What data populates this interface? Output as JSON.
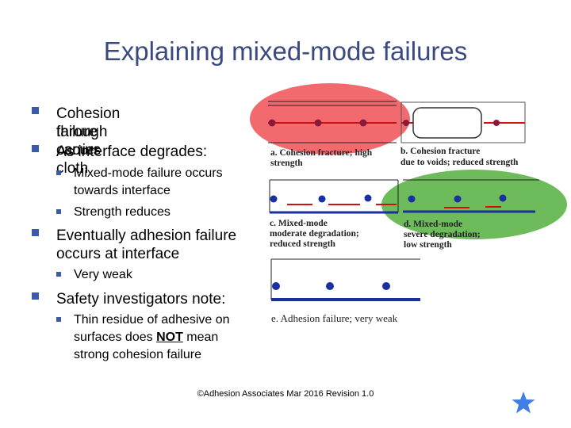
{
  "title": "Explaining mixed-mode failures",
  "bullets": {
    "b1_line1": "Cohesion failure occurs",
    "b1_line2": "through carrier cloth",
    "b2": "As interface degrades:",
    "b2a_line1": "Mixed-mode failure occurs",
    "b2a_line2": "towards interface",
    "b2b": "Strength reduces",
    "b3_line1": "Eventually adhesion failure",
    "b3_line2": "occurs at interface",
    "b3a": "Very weak",
    "b4": "Safety investigators note:",
    "b4a_line1": "Thin residue of adhesive on",
    "b4a_line2_pre": "surfaces does ",
    "b4a_line2_emph": "NOT",
    "b4a_line2_post": " mean",
    "b4a_line3": "strong cohesion failure"
  },
  "panels": {
    "a_line1": "a. Cohesion fracture; high",
    "a_line2": "strength",
    "b_line1": "b. Cohesion fracture",
    "b_line2": "due to voids; reduced strength",
    "c_line1": "c. Mixed-mode",
    "c_line2": "moderate degradation;",
    "c_line3": "reduced strength",
    "d_line1": "d. Mixed-mode",
    "d_line2": "severe degradation;",
    "d_line3": "low strength",
    "e_line1": "e. Adhesion failure; very weak"
  },
  "footer": "©Adhesion Associates Mar 2016 Revision 1.0",
  "colors": {
    "title": "#3a4a80",
    "bullet": "#3b5aa8",
    "highlight_red": "#f26a6e",
    "highlight_green": "#6dbb5a",
    "fracture_line": "#cc1111",
    "adherend_line": "#1a2fa0",
    "fibre_dot": "#1a2fa0",
    "star": "#3f7fe6"
  }
}
